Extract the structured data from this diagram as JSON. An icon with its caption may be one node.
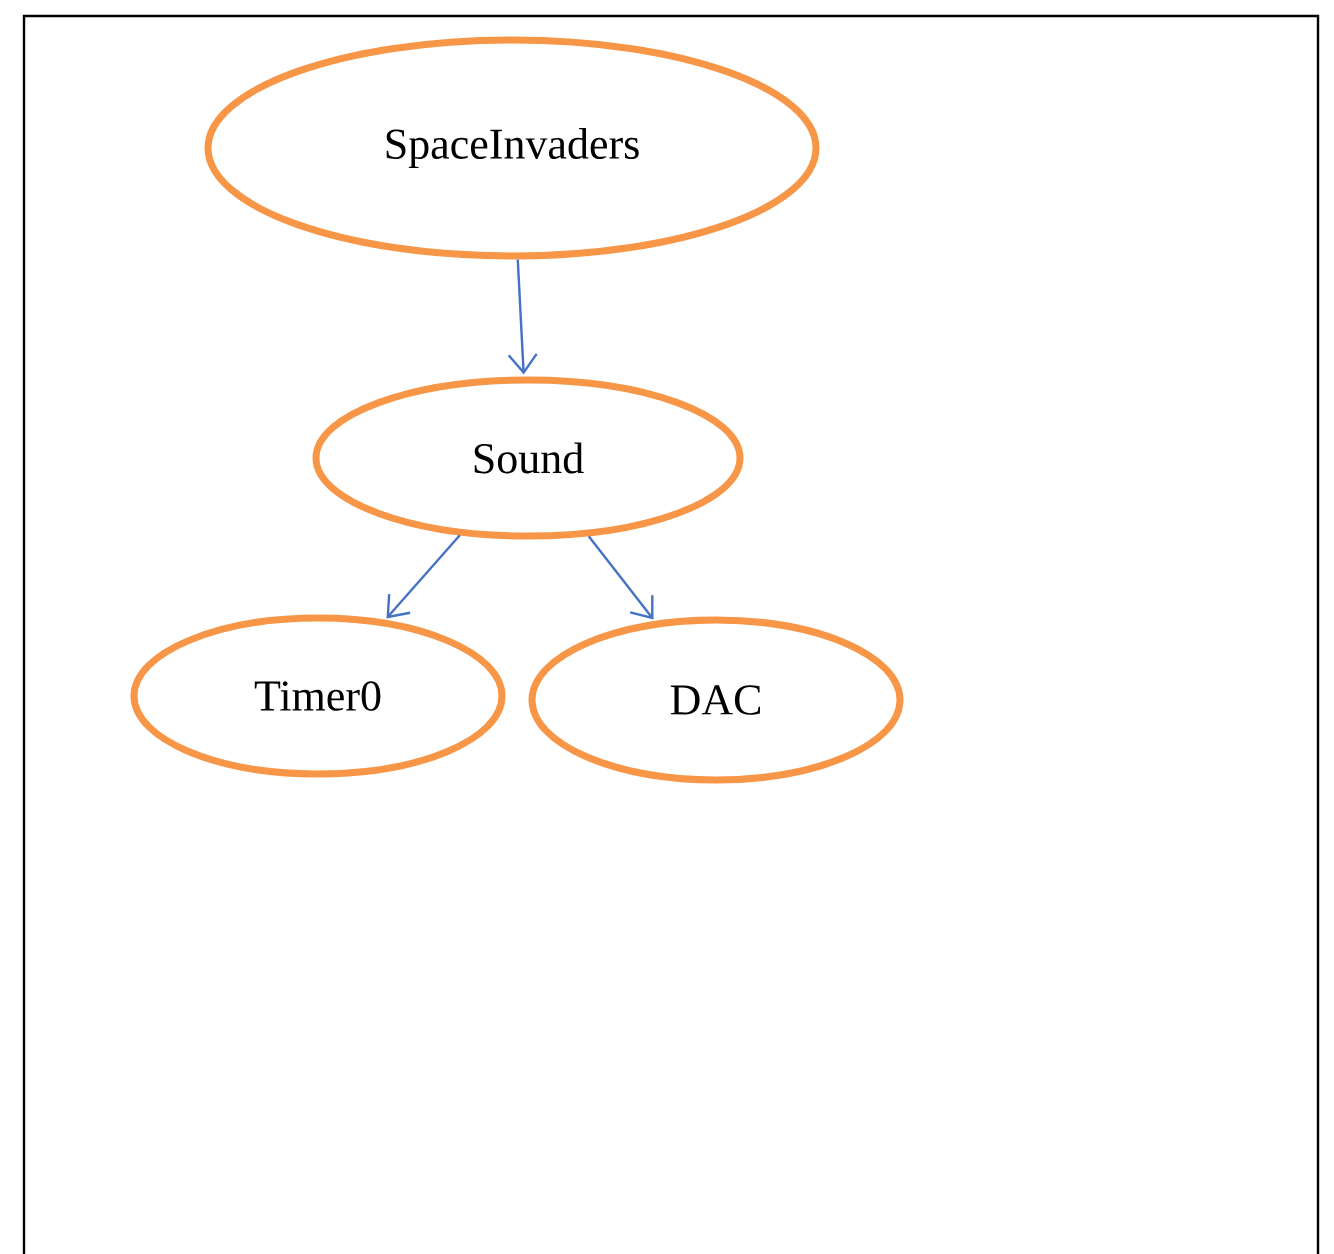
{
  "diagram": {
    "nodes": [
      {
        "text": [
          "SpaceInvaders"
        ]
      },
      {
        "text": [
          "Sound"
        ]
      },
      {
        "text": [
          "Timer0"
        ]
      },
      {
        "text": [
          "DAC"
        ]
      }
    ],
    "edges": [
      {
        "from": 0,
        "to": 1,
        "arrow": "to"
      },
      {
        "from": 1,
        "to": 2,
        "arrow": "to"
      },
      {
        "from": 1,
        "to": 3,
        "arrow": "to"
      }
    ]
  }
}
